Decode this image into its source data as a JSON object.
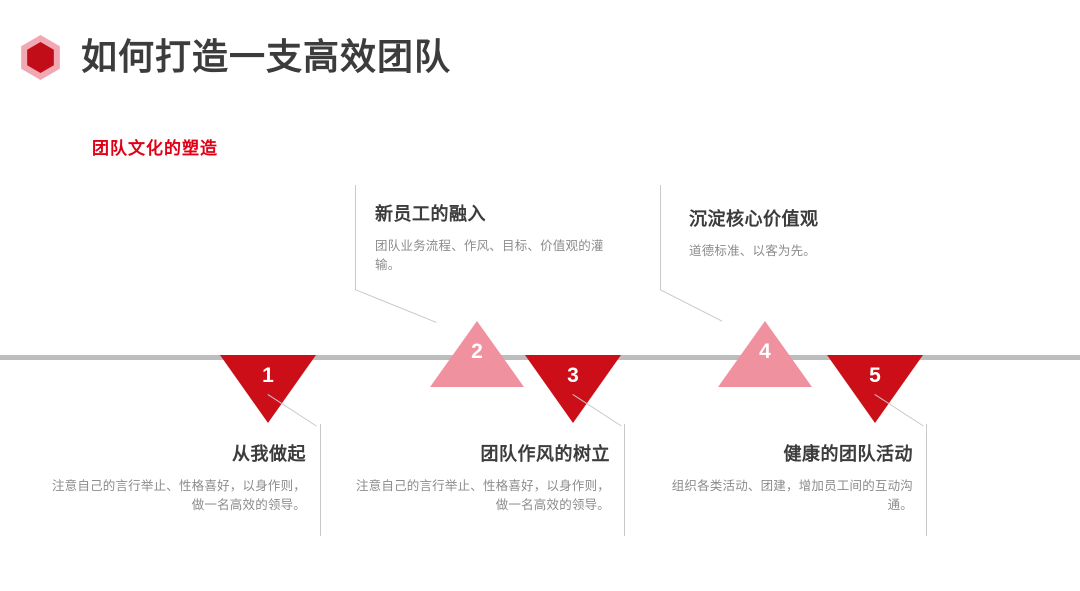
{
  "header": {
    "logo_icon": "hexagon-icon",
    "title": "如何打造一支高效团队",
    "section_label": "团队文化的塑造",
    "accent_color": "#E00016",
    "title_color": "#3c3c3c"
  },
  "timeline": {
    "axis_color": "#bdbdbd",
    "marker_dark_color": "#CC0E18",
    "marker_light_color": "#F0919F",
    "steps": [
      {
        "number": "1",
        "position": "bottom",
        "marker": "triangle-down",
        "color": "#CC0E18",
        "title": "从我做起",
        "body": "注意自己的言行举止、性格喜好，以身作则，做一名高效的领导。"
      },
      {
        "number": "2",
        "position": "top",
        "marker": "triangle-up",
        "color": "#F0919F",
        "title": "新员工的融入",
        "body": "团队业务流程、作风、目标、价值观的灌输。"
      },
      {
        "number": "3",
        "position": "bottom",
        "marker": "triangle-down",
        "color": "#CC0E18",
        "title": "团队作风的树立",
        "body": "注意自己的言行举止、性格喜好，以身作则，做一名高效的领导。"
      },
      {
        "number": "4",
        "position": "top",
        "marker": "triangle-up",
        "color": "#F0919F",
        "title": "沉淀核心价值观",
        "body": "道德标准、以客为先。"
      },
      {
        "number": "5",
        "position": "bottom",
        "marker": "triangle-down",
        "color": "#CC0E18",
        "title": "健康的团队活动",
        "body": "组织各类活动、团建，增加员工间的互动沟通。"
      }
    ]
  }
}
